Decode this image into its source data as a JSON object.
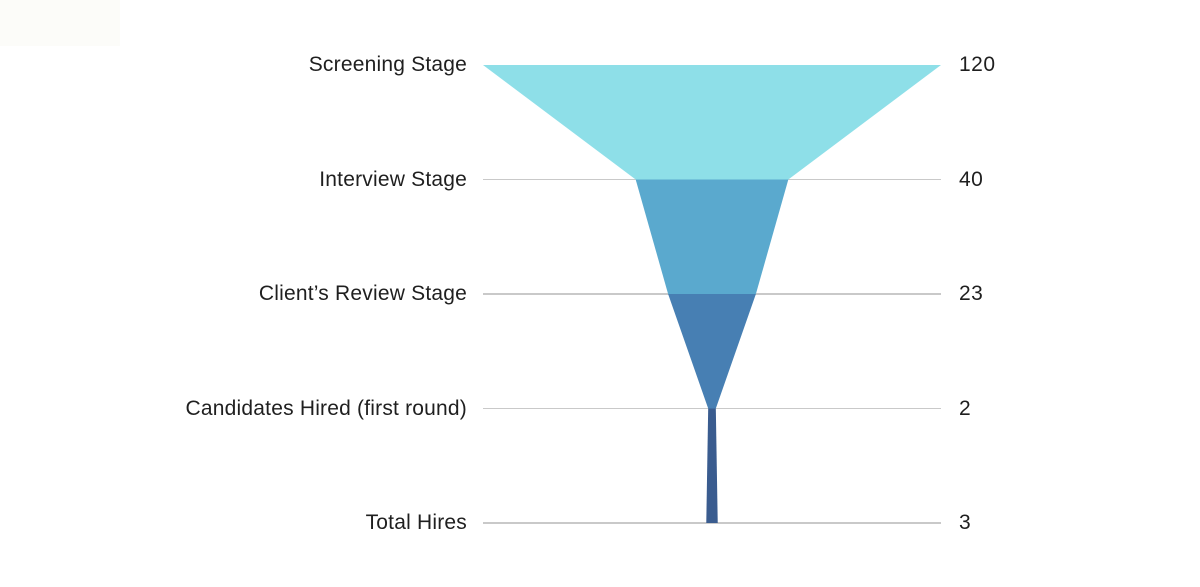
{
  "chart_data": {
    "type": "funnel",
    "title": "",
    "orientation": "vertical",
    "stages": [
      {
        "label": "Screening Stage",
        "value": 120
      },
      {
        "label": "Interview Stage",
        "value": 40
      },
      {
        "label": "Client’s Review Stage",
        "value": 23
      },
      {
        "label": "Candidates Hired (first round)",
        "value": 2
      },
      {
        "label": "Total Hires",
        "value": 3
      }
    ],
    "max_value": 120,
    "segment_colors": [
      "#8EDFE8",
      "#5AA9CE",
      "#477FB3",
      "#3A5C8F"
    ],
    "connector_color": "#c9c9c9",
    "text_color": "#1f1f1f",
    "background_color": "#ffffff",
    "legend_position": "none",
    "gridlines": "none"
  }
}
